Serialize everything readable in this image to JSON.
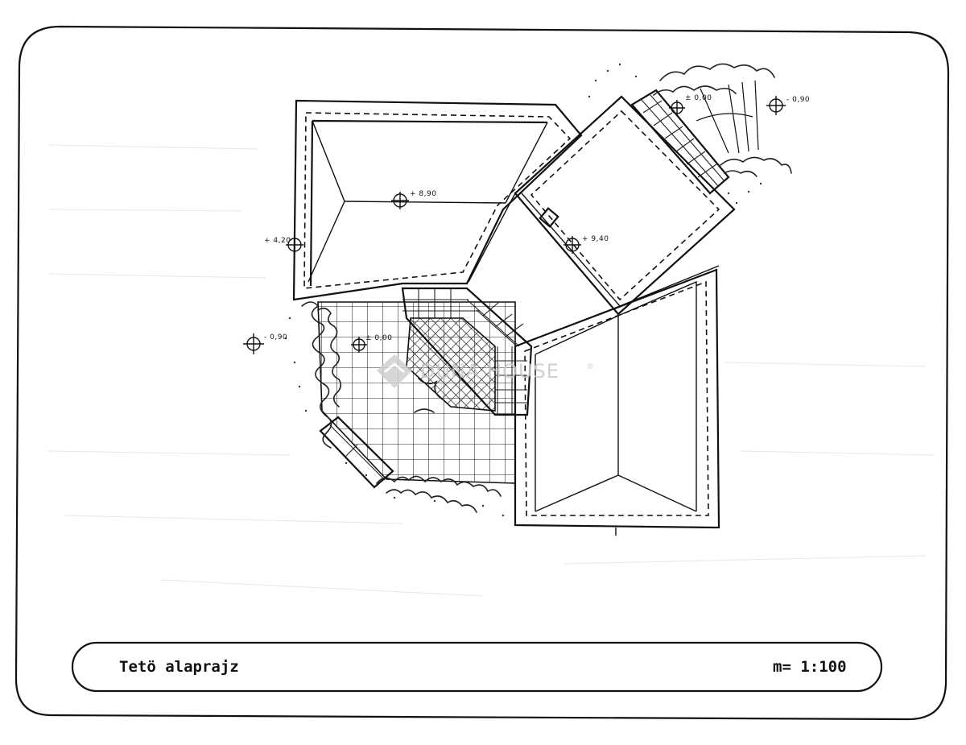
{
  "plan": {
    "levels": [
      {
        "id": "level-ridge-left",
        "value": "+ 8,90"
      },
      {
        "id": "level-ridge-right",
        "value": "+ 9,40"
      },
      {
        "id": "level-eave",
        "value": "+ 4,20"
      },
      {
        "id": "level-terrace",
        "value": "± 0,00"
      },
      {
        "id": "level-ground-left",
        "value": "- 0,90"
      },
      {
        "id": "level-entrance",
        "value": "± 0,00"
      },
      {
        "id": "level-ground-right",
        "value": "- 0,90"
      }
    ]
  },
  "title_block": {
    "title": "Tetö alaprajz",
    "scale": "m= 1:100"
  },
  "watermark": {
    "text": "DUNA HOUSE",
    "mark": "®"
  },
  "colors": {
    "ink": "#111111",
    "paper": "#ffffff",
    "watermark": "#c9c9c9"
  }
}
